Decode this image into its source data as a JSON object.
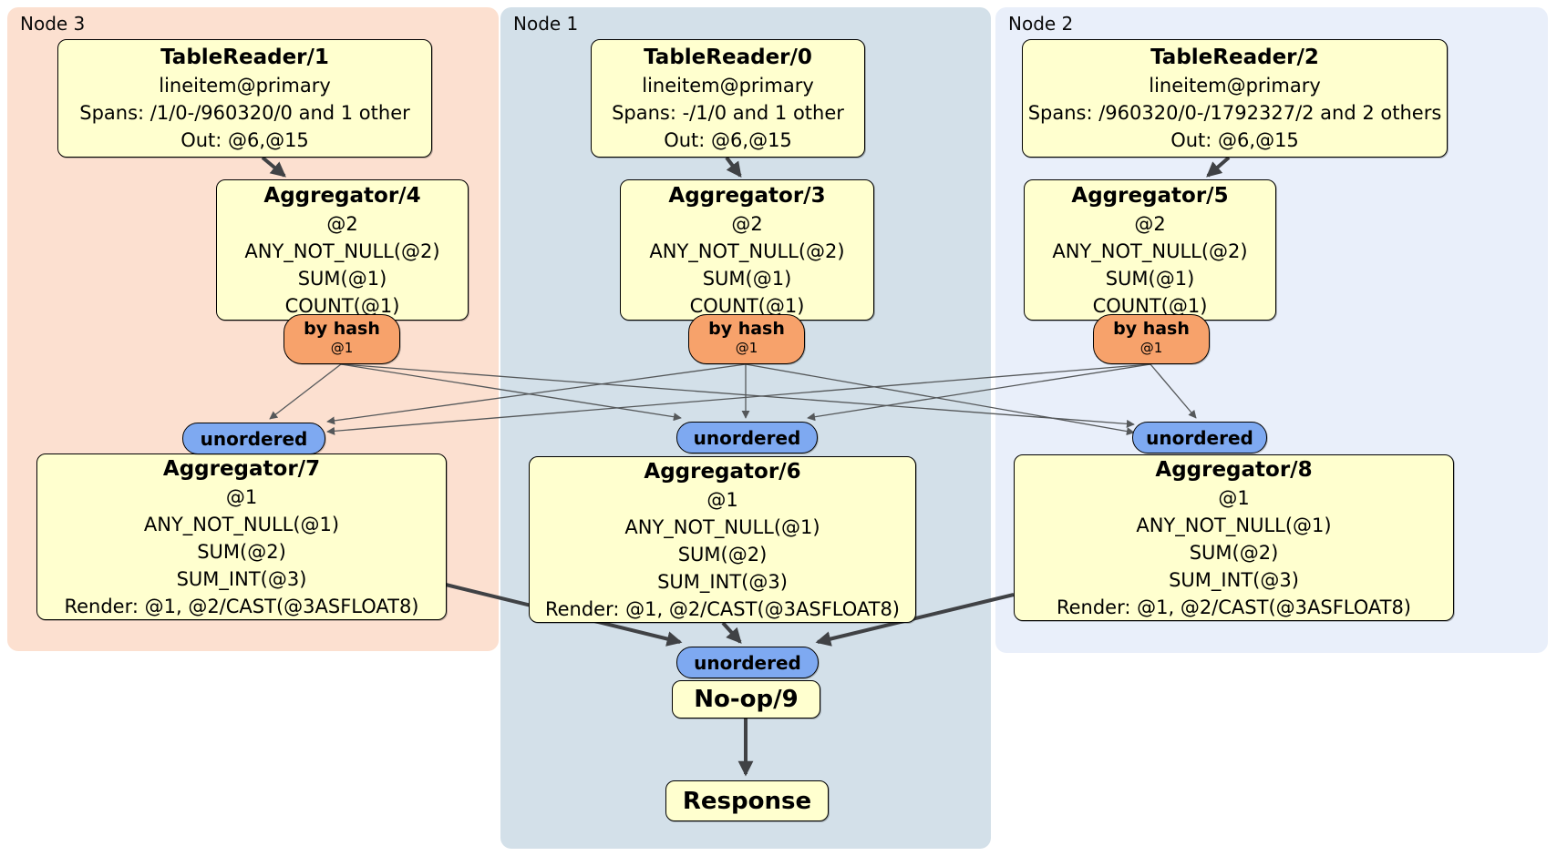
{
  "regions": [
    {
      "label": "Node 3"
    },
    {
      "label": "Node 1"
    },
    {
      "label": "Node 2"
    }
  ],
  "nodes": {
    "tablereader1": {
      "title": "TableReader/1",
      "lines": [
        "lineitem@primary",
        "Spans: /1/0-/960320/0 and 1 other",
        "Out: @6,@15"
      ]
    },
    "tablereader0": {
      "title": "TableReader/0",
      "lines": [
        "lineitem@primary",
        "Spans: -/1/0 and 1 other",
        "Out: @6,@15"
      ]
    },
    "tablereader2": {
      "title": "TableReader/2",
      "lines": [
        "lineitem@primary",
        "Spans: /960320/0-/1792327/2 and 2 others",
        "Out: @6,@15"
      ]
    },
    "aggregator4": {
      "title": "Aggregator/4",
      "lines": [
        "@2",
        "ANY_NOT_NULL(@2)",
        "SUM(@1)",
        "COUNT(@1)"
      ]
    },
    "aggregator3": {
      "title": "Aggregator/3",
      "lines": [
        "@2",
        "ANY_NOT_NULL(@2)",
        "SUM(@1)",
        "COUNT(@1)"
      ]
    },
    "aggregator5": {
      "title": "Aggregator/5",
      "lines": [
        "@2",
        "ANY_NOT_NULL(@2)",
        "SUM(@1)",
        "COUNT(@1)"
      ]
    },
    "aggregator7": {
      "title": "Aggregator/7",
      "lines": [
        "@1",
        "ANY_NOT_NULL(@1)",
        "SUM(@2)",
        "SUM_INT(@3)",
        "Render: @1, @2/CAST(@3ASFLOAT8)"
      ]
    },
    "aggregator6": {
      "title": "Aggregator/6",
      "lines": [
        "@1",
        "ANY_NOT_NULL(@1)",
        "SUM(@2)",
        "SUM_INT(@3)",
        "Render: @1, @2/CAST(@3ASFLOAT8)"
      ]
    },
    "aggregator8": {
      "title": "Aggregator/8",
      "lines": [
        "@1",
        "ANY_NOT_NULL(@1)",
        "SUM(@2)",
        "SUM_INT(@3)",
        "Render: @1, @2/CAST(@3ASFLOAT8)"
      ]
    },
    "noop": {
      "title": "No-op/9"
    },
    "response": {
      "title": "Response"
    }
  },
  "badges": {
    "by_hash4": {
      "label": "by hash",
      "sub": "@1"
    },
    "by_hash3": {
      "label": "by hash",
      "sub": "@1"
    },
    "by_hash5": {
      "label": "by hash",
      "sub": "@1"
    },
    "unordered7": {
      "label": "unordered"
    },
    "unordered6": {
      "label": "unordered"
    },
    "unordered8": {
      "label": "unordered"
    },
    "unordered9": {
      "label": "unordered"
    }
  },
  "colors": {
    "node3_region": "#fce0d0",
    "node1_region": "#d3e0e9",
    "node2_region": "#e9effa",
    "node_box": "#ffffcf",
    "hash_badge": "#f7a26b",
    "stream_badge": "#7ea9f1",
    "edge_thick": "#404245",
    "edge_thin": "#55585a"
  }
}
